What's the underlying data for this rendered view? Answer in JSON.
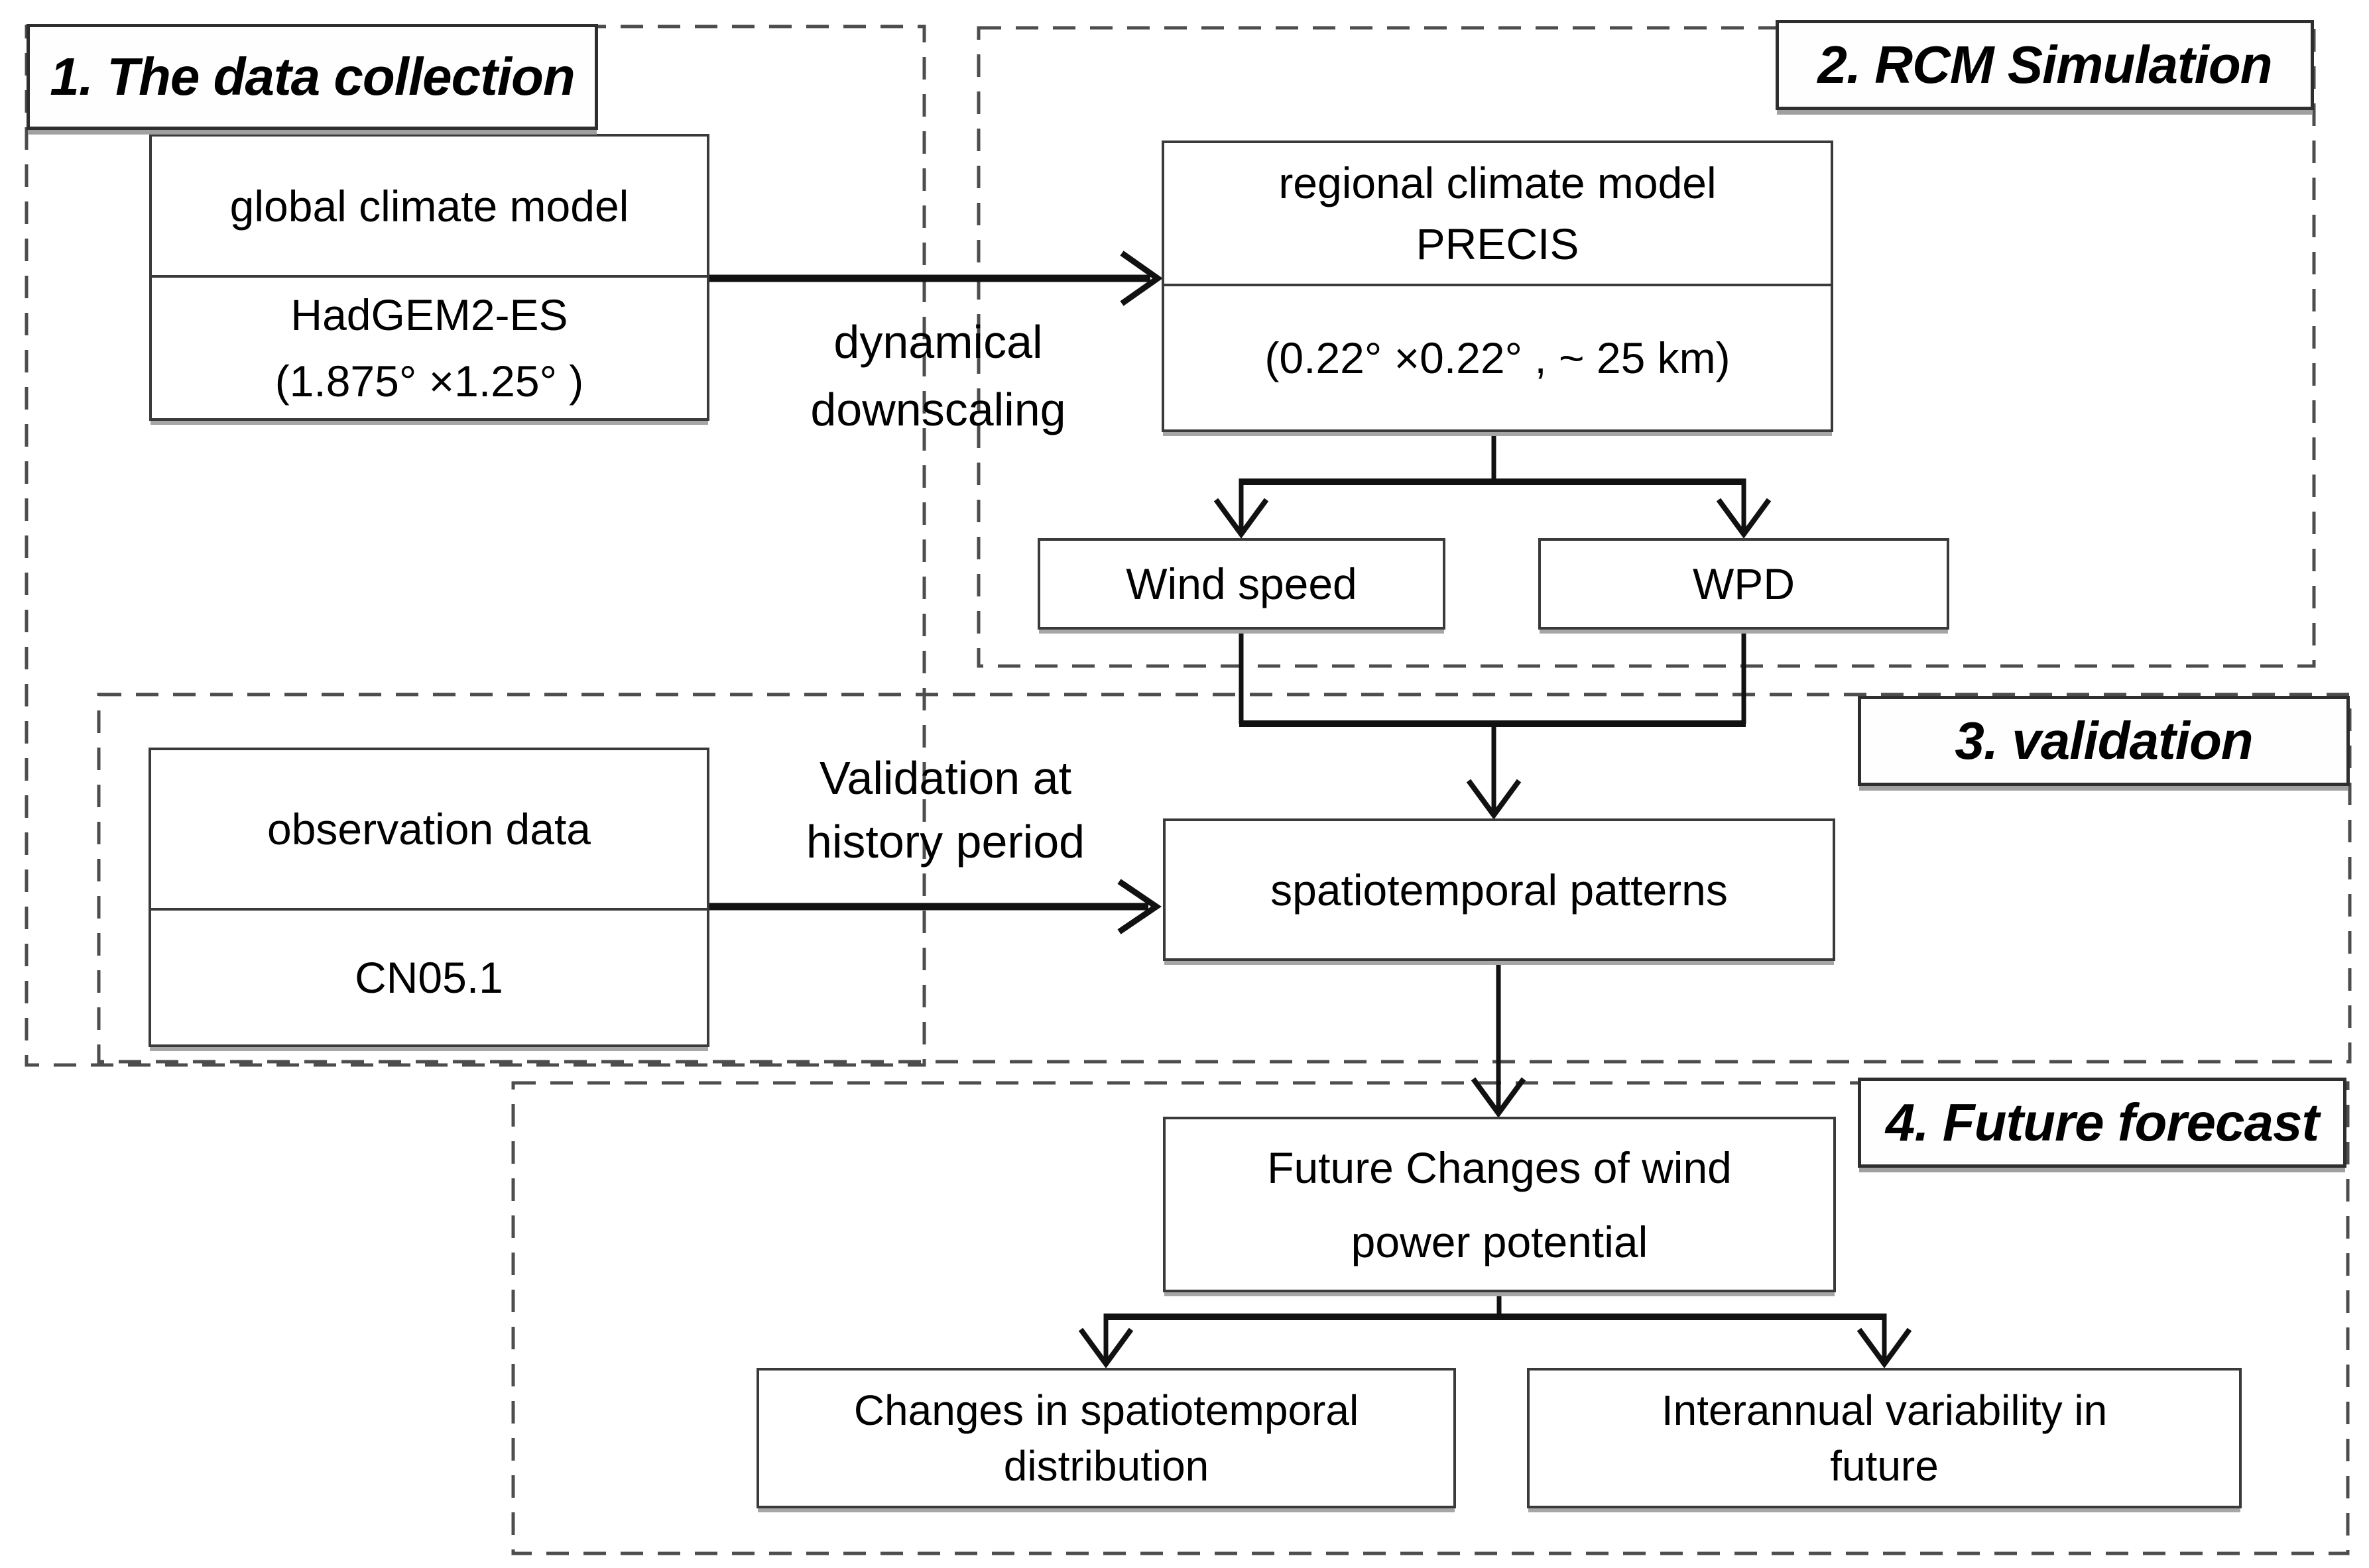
{
  "sections": [
    {
      "label": "1. The data collection"
    },
    {
      "label": "2. RCM Simulation"
    },
    {
      "label": "3. validation"
    },
    {
      "label": "4. Future forecast"
    }
  ],
  "nodes": {
    "gcm": {
      "title": "global climate model",
      "subtitle1": "HadGEM2-ES",
      "subtitle2": "(1.875° ×1.25° )"
    },
    "precis": {
      "title1": "regional climate model",
      "title2": "PRECIS",
      "subtitle": "(0.22° ×0.22° , ~ 25 km)"
    },
    "wind_speed": {
      "label": "Wind speed"
    },
    "wpd": {
      "label": "WPD"
    },
    "observation": {
      "title": "observation data",
      "subtitle": "CN05.1"
    },
    "spatiotemporal": {
      "label": "spatiotemporal patterns"
    },
    "future_changes": {
      "line1": "Future Changes of wind",
      "line2": "power potential"
    },
    "changes_distribution": {
      "line1": "Changes in spatiotemporal",
      "line2": "distribution"
    },
    "interannual_variability": {
      "line1": "Interannual variability in",
      "line2": "future"
    }
  },
  "edge_labels": {
    "dynamical_downscaling": {
      "line1": "dynamical",
      "line2": "downscaling"
    },
    "validation_history": {
      "line1": "Validation at",
      "line2": "history period"
    }
  },
  "colors": {
    "box_border": "#3a3a3a",
    "dashed_border": "#4d4d4d",
    "arrow": "#111111",
    "text": "#000000",
    "shadow": "#a0a0a0",
    "background": "#ffffff"
  }
}
